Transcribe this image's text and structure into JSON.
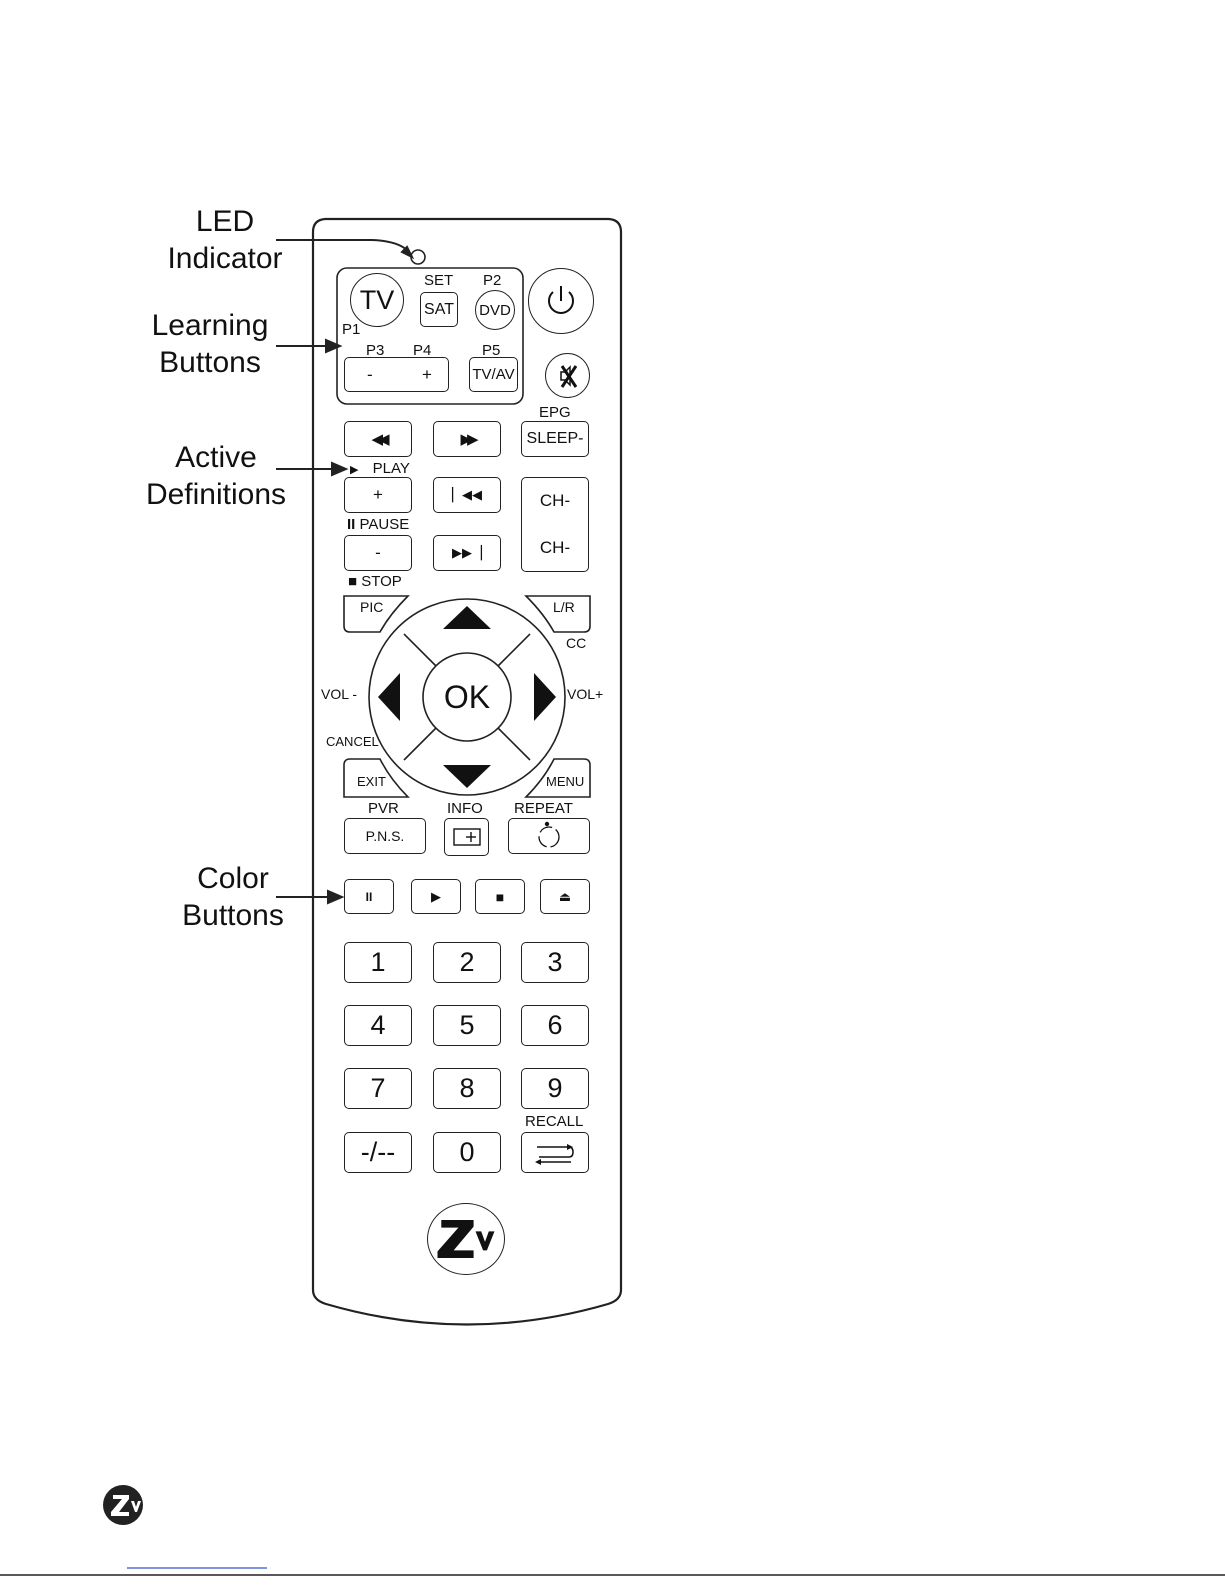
{
  "callouts": {
    "led": [
      "LED",
      "Indicator"
    ],
    "learning": [
      "Learning",
      "Buttons"
    ],
    "active": [
      "Active",
      "Definitions"
    ],
    "color": [
      "Color",
      "Buttons"
    ]
  },
  "learning_group": {
    "tv": "TV",
    "p1": "P1",
    "set": "SET",
    "sat": "SAT",
    "p2": "P2",
    "dvd": "DVD",
    "p3": "P3",
    "p4": "P4",
    "p5": "P5",
    "minus": "-",
    "plus": "+",
    "tvav": "TV/AV"
  },
  "icons": {
    "power": "power-icon",
    "mute": "mute-icon",
    "rewind": "rewind-icon",
    "fast_forward": "fast-forward-icon",
    "prev": "skip-previous-icon",
    "next": "skip-next-icon"
  },
  "transport": {
    "epg": "EPG",
    "sleep": "SLEEP-",
    "play": "PLAY",
    "plus": "+",
    "pause": "PAUSE",
    "minus": "-",
    "stop": "STOP",
    "ch_up": "CH-",
    "ch_down": "CH-"
  },
  "nav": {
    "pic": "PIC",
    "lr": "L/R",
    "cc": "CC",
    "vol_minus": "VOL -",
    "vol_plus": "VOL+",
    "ok": "OK",
    "cancel": "CANCEL",
    "exit": "EXIT",
    "menu": "MENU"
  },
  "func": {
    "pvr": "PVR",
    "pns": "P.N.S.",
    "info": "INFO",
    "repeat": "REPEAT"
  },
  "numpad": {
    "keys": [
      "1",
      "2",
      "3",
      "4",
      "5",
      "6",
      "7",
      "8",
      "9",
      "-/--",
      "0"
    ],
    "recall": "RECALL"
  }
}
